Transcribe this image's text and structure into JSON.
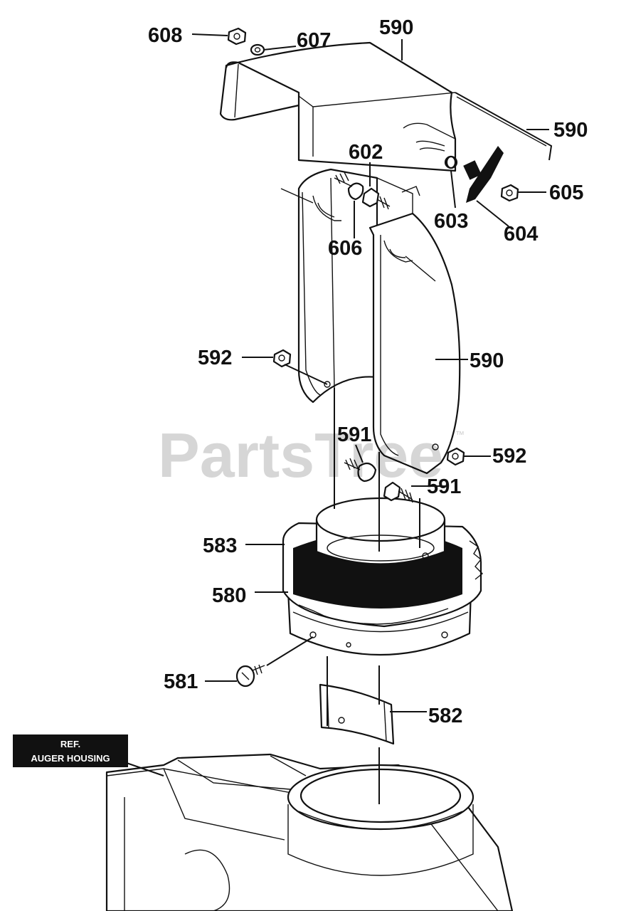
{
  "watermark": {
    "text": "PartsTree",
    "trademark": "™"
  },
  "reference_box": {
    "line1": "REF.",
    "line2": "AUGER HOUSING"
  },
  "labels": {
    "l608": "608",
    "l607": "607",
    "l590_top": "590",
    "l590_rod": "590",
    "l602": "602",
    "l605": "605",
    "l603": "603",
    "l604": "604",
    "l606": "606",
    "l592_left": "592",
    "l590_mid": "590",
    "l591_upper": "591",
    "l592_right": "592",
    "l591_lower": "591",
    "l583": "583",
    "l580": "580",
    "l581": "581",
    "l582": "582"
  },
  "colors": {
    "ink": "#111111",
    "watermark": "#b3b3b3"
  }
}
